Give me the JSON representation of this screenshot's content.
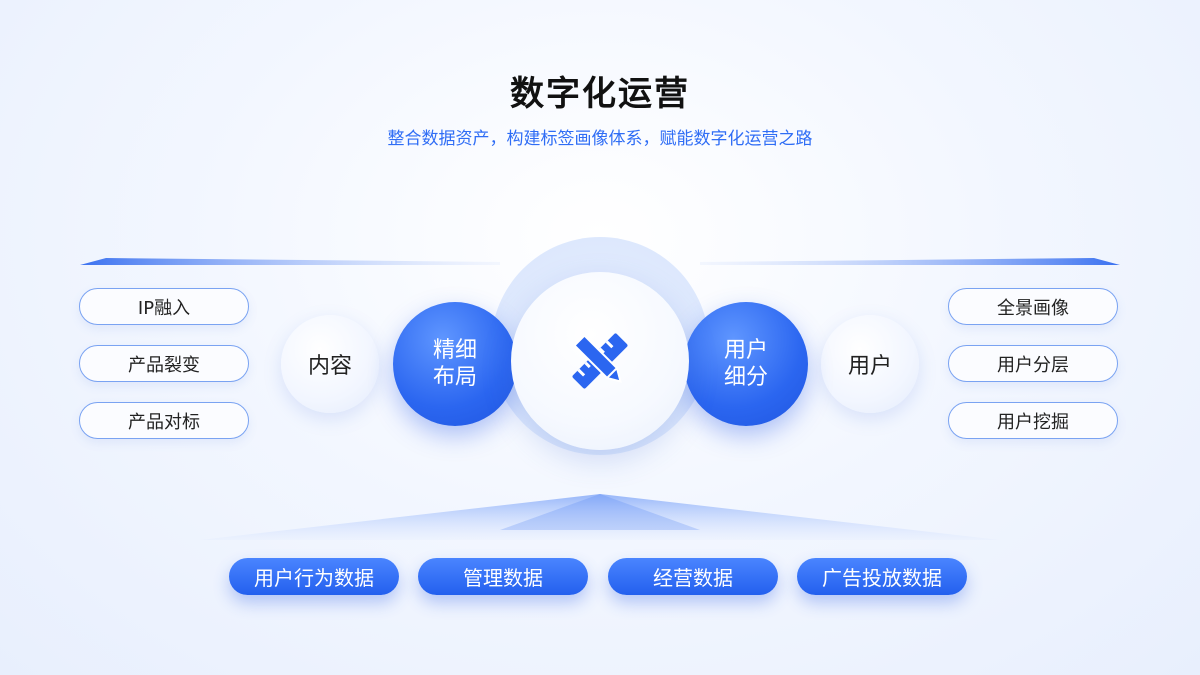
{
  "header": {
    "title": "数字化运营",
    "subtitle": "整合数据资产，构建标签画像体系，赋能数字化运营之路"
  },
  "left": {
    "pills": [
      "IP融入",
      "产品裂变",
      "产品对标"
    ],
    "circle_label": "内容",
    "blue_circle": {
      "line1": "精细",
      "line2": "布局"
    }
  },
  "right": {
    "pills": [
      "全景画像",
      "用户分层",
      "用户挖掘"
    ],
    "circle_label": "用户",
    "blue_circle": {
      "line1": "用户",
      "line2": "细分"
    }
  },
  "center": {
    "icon": "ruler-pencil-icon"
  },
  "bottom": {
    "pills": [
      "用户行为数据",
      "管理数据",
      "经营数据",
      "广告投放数据"
    ]
  },
  "colors": {
    "accent": "#2b66f0",
    "subtitle": "#2f6df5",
    "outline": "#7aa3f2"
  }
}
